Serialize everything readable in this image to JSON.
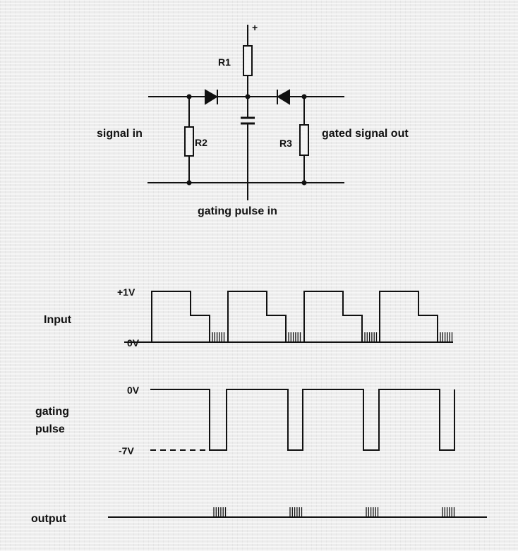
{
  "circuit": {
    "supply_label": "+",
    "r1": "R1",
    "r2": "R2",
    "r3": "R3",
    "signal_in": "signal in",
    "gated_signal_out": "gated signal out",
    "gating_pulse_in": "gating pulse in"
  },
  "waveforms": {
    "input": {
      "label": "Input",
      "high": "+1V",
      "low": "0V"
    },
    "gating": {
      "label_line1": "gating",
      "label_line2": "pulse",
      "high": "0V",
      "low": "-7V"
    },
    "output": {
      "label": "output"
    }
  },
  "colors": {
    "ink": "#111111",
    "background": "#ececec"
  }
}
